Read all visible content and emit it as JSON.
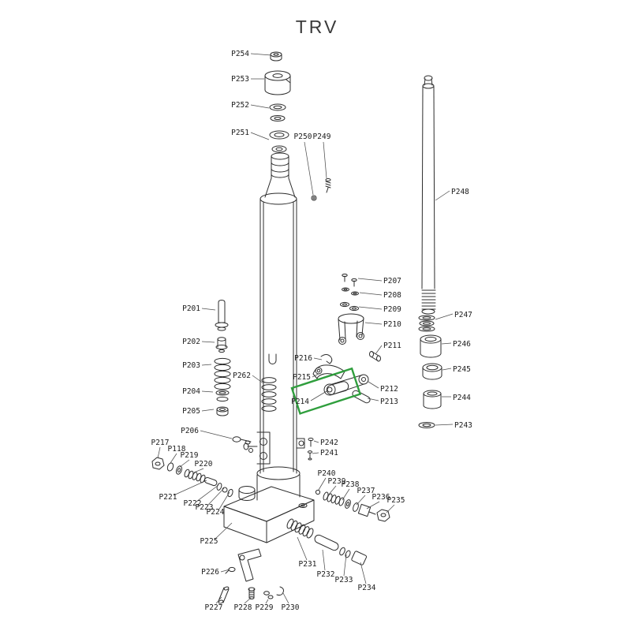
{
  "title": "TRV",
  "highlight_color": "#2f9e3d",
  "labels": {
    "p201": "P201",
    "p202": "P202",
    "p203": "P203",
    "p204": "P204",
    "p205": "P205",
    "p206": "P206",
    "p207": "P207",
    "p208": "P208",
    "p209": "P209",
    "p210": "P210",
    "p211": "P211",
    "p212": "P212",
    "p213": "P213",
    "p214": "P214",
    "p215": "P215",
    "p216": "P216",
    "p217": "P217",
    "p118": "P118",
    "p219": "P219",
    "p220": "P220",
    "p221": "P221",
    "p222": "P222",
    "p223": "P223",
    "p224": "P224",
    "p225": "P225",
    "p226": "P226",
    "p227": "P227",
    "p228": "P228",
    "p229": "P229",
    "p230": "P230",
    "p231": "P231",
    "p232": "P232",
    "p233": "P233",
    "p234": "P234",
    "p235": "P235",
    "p236": "P236",
    "p237": "P237",
    "p238": "P238",
    "p239": "P239",
    "p240": "P240",
    "p241": "P241",
    "p242": "P242",
    "p243": "P243",
    "p244": "P244",
    "p245": "P245",
    "p246": "P246",
    "p247": "P247",
    "p248": "P248",
    "p249": "P249",
    "p250": "P250",
    "p251": "P251",
    "p252": "P252",
    "p253": "P253",
    "p254": "P254",
    "p262": "P262"
  }
}
